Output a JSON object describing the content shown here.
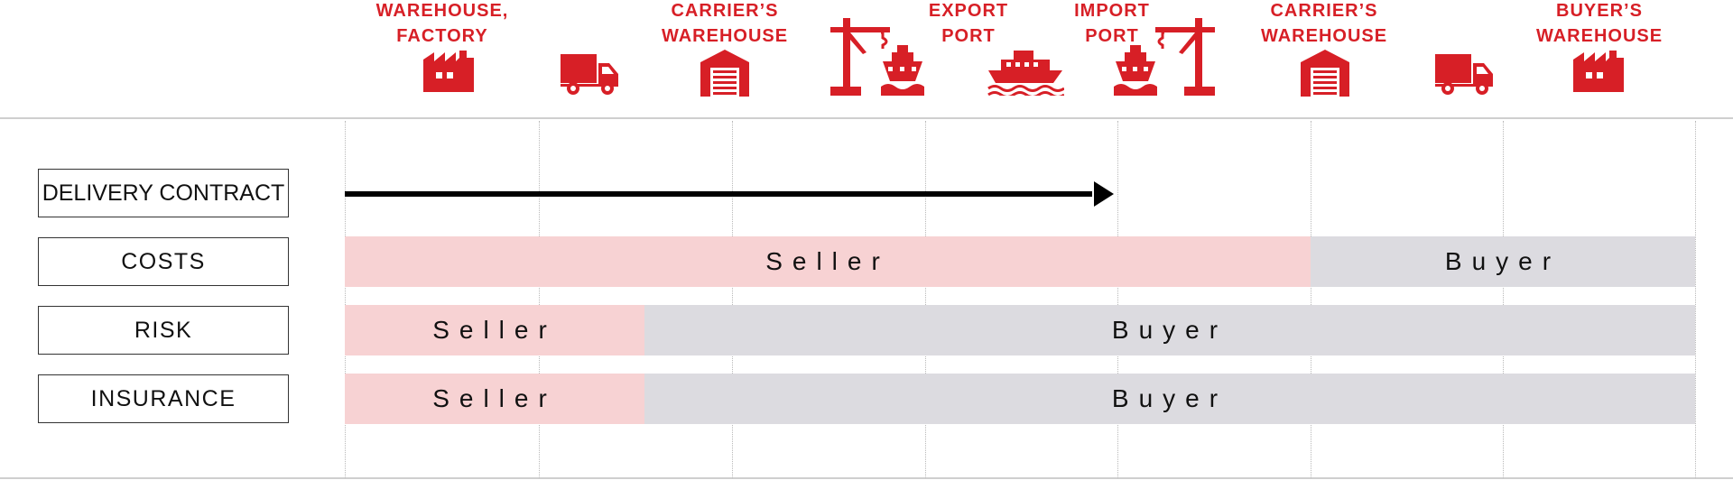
{
  "locations": [
    {
      "id": "warehouse-factory",
      "label": "WAREHOUSE,\nFACTORY",
      "icon": "factory-icon"
    },
    {
      "id": "truck-1",
      "label": "",
      "icon": "truck-icon"
    },
    {
      "id": "carriers-warehouse-export",
      "label": "CARRIER’S\nWAREHOUSE",
      "icon": "warehouse-icon"
    },
    {
      "id": "export-port",
      "label": "EXPORT\nPORT",
      "icon": "crane-ship-icon"
    },
    {
      "id": "sea",
      "label": "",
      "icon": "ship-waves-icon"
    },
    {
      "id": "import-port",
      "label": "IMPORT\nPORT",
      "icon": "ship-crane-icon"
    },
    {
      "id": "carriers-warehouse-import",
      "label": "CARRIER’S\nWAREHOUSE",
      "icon": "warehouse-icon"
    },
    {
      "id": "truck-2",
      "label": "",
      "icon": "truck-icon"
    },
    {
      "id": "buyers-warehouse",
      "label": "BUYER’S\nWAREHOUSE",
      "icon": "factory-icon"
    }
  ],
  "rows": {
    "delivery_contract": {
      "label": "DELIVERY CONTRACT"
    },
    "costs": {
      "label": "COSTS",
      "seller": "Seller",
      "buyer": "Buyer"
    },
    "risk": {
      "label": "RISK",
      "seller": "Seller",
      "buyer": "Buyer"
    },
    "insurance": {
      "label": "INSURANCE",
      "seller": "Seller",
      "buyer": "Buyer"
    }
  },
  "colors": {
    "accent": "#d71f26",
    "seller": "#f7d2d3",
    "buyer": "#dcdbe0",
    "arrow": "#000000"
  }
}
